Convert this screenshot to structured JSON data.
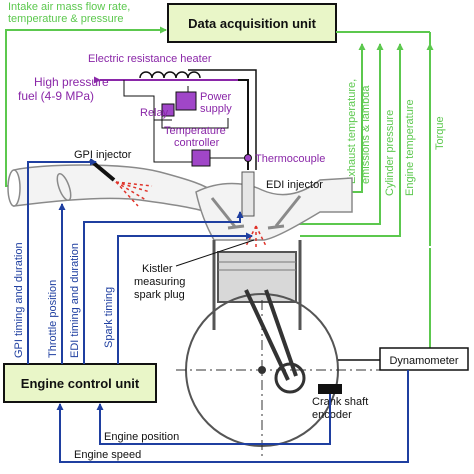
{
  "colors": {
    "green": "#5cc84e",
    "blue": "#1f3fa0",
    "purple": "#8a27a8",
    "purple_fill": "#a046c8",
    "red": "#e0332a",
    "black": "#111111",
    "gray": "#8a8a8a",
    "unit_fill": "#e9f6c8"
  },
  "boxes": {
    "daq": "Data acquisition unit",
    "ecu": "Engine control unit",
    "dyno": "Dynamometer",
    "power_supply": [
      "Power",
      "supply"
    ],
    "temp_controller": [
      "Temperature",
      "controller"
    ]
  },
  "labels": {
    "intake": [
      "Intake air mass flow rate,",
      "temperature & pressure"
    ],
    "heater": "Electric resistance heater",
    "fuel": [
      "High pressure",
      "fuel (4-9 MPa)"
    ],
    "relay": "Relay",
    "thermocouple": "Thermocouple",
    "gpi_injector": "GPI injector",
    "edi_injector": "EDI injector",
    "kistler": [
      "Kistler",
      "measuring",
      "spark plug"
    ],
    "encoder": [
      "Crank shaft",
      "encoder"
    ]
  },
  "signals_up": {
    "exhaust": [
      "Exhaust temperature,",
      "emissions & lambda"
    ],
    "cyl_pressure": "Cylinder pressure",
    "engine_temp": "Engine temperature",
    "torque": "Torque"
  },
  "signals_ecu": {
    "gpi": "GPI timing and duration",
    "throttle": "Throttle position",
    "edi": "EDI timing and duration",
    "spark": "Spark timing"
  },
  "signals_bottom": {
    "position": "Engine position",
    "speed": "Engine speed"
  },
  "icons": [
    "heater-coil-icon",
    "spark-spray-icon",
    "fuel-spray-icon",
    "arrowhead-icon"
  ]
}
